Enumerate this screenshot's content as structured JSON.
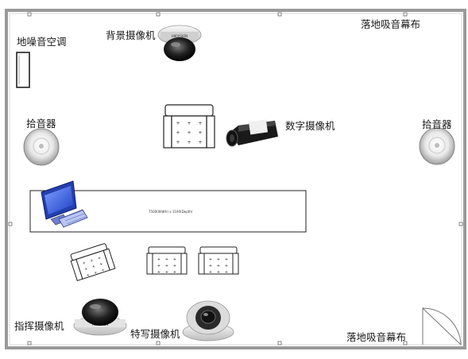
{
  "labels": {
    "ambient_noise_ac": "地噪音空调",
    "background_camera": "背景摄像机",
    "curtain_top": "落地吸音幕布",
    "microphone_left": "拾音器",
    "microphone_right": "拾音器",
    "digital_camera": "数字摄像机",
    "director_camera": "指挥摄像机",
    "closeup_camera": "特写摄像机",
    "curtain_bottom": "落地吸音幕布"
  },
  "table_dimensions": "7500(Width) x 1100(Depth)",
  "colors": {
    "wall": "#9a9a9a",
    "wall_inner": "#d0d0d0",
    "monitor_blue": "#2f55d4",
    "camera_dark": "#2a2a2a",
    "camera_body": "#e8e8e8"
  }
}
